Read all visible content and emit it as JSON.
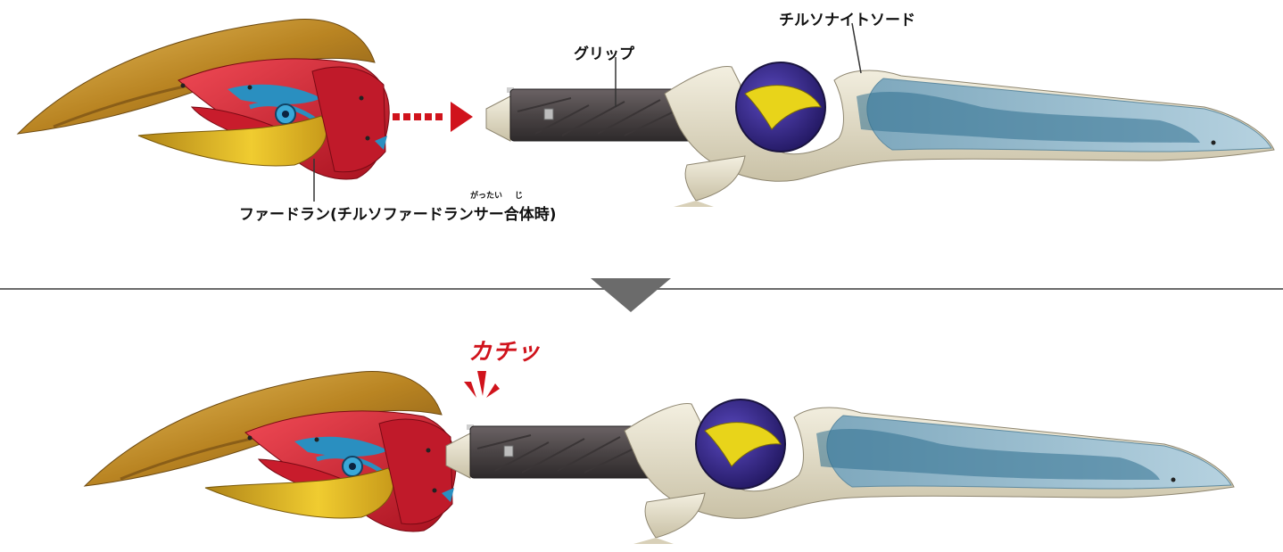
{
  "labels": {
    "sword_name": "チルソナイトソード",
    "grip": "グリップ",
    "head_part": "ファードラン(チルソファードランサー合体時)",
    "ruby_gattai": "がったい",
    "ruby_ji": "じ",
    "click_sound": "カチッ"
  },
  "colors": {
    "arrow_red": "#d0131c",
    "divider": "#6b6b6b",
    "down_arrow": "#6b6b6b",
    "dragon_red": "#d32a3a",
    "gold": "#c8952a",
    "grip_dark": "#4a4445",
    "blade_bone": "#e6e0cc",
    "blade_blue": "#8fb6c9",
    "orb_purple": "#3a2a8c"
  },
  "icons": {
    "dashed_arrow": "dashed-right-arrow-icon",
    "down_triangle": "down-triangle-icon",
    "impact_burst": "impact-burst-icon"
  }
}
